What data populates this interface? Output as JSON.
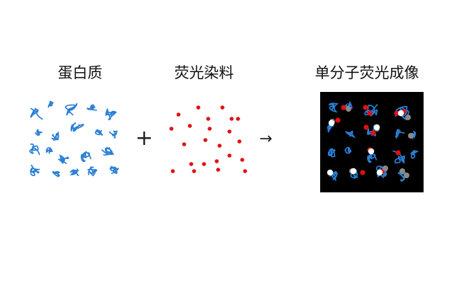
{
  "labels": {
    "protein": "蛋白质",
    "dye": "荧光染料",
    "imaging": "单分子荧光成像"
  },
  "operators": {
    "plus": "+",
    "arrow": "→"
  },
  "colors": {
    "protein_stroke": "#2a7fd4",
    "dye_dot": "#e01010",
    "imaging_bg": "#000000",
    "imaging_bright": "#ffffff",
    "imaging_gray": "#8a8a8a"
  }
}
